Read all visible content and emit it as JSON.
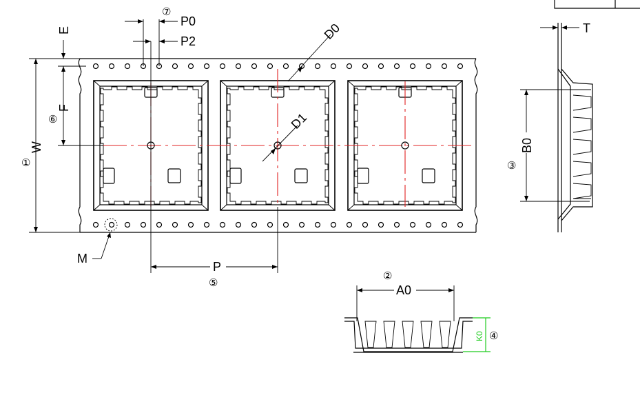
{
  "labels": {
    "P0": "P0",
    "P2": "P2",
    "E": "E",
    "F": "F",
    "W": "W",
    "D0": "D0",
    "D1": "D1",
    "M": "M",
    "P": "P",
    "T": "T",
    "B0": "B0",
    "A0": "A0",
    "K0": "K0"
  },
  "callouts": {
    "c1": "①",
    "c2": "②",
    "c3": "③",
    "c4": "④",
    "c5": "⑤",
    "c6": "⑥",
    "c7": "⑦"
  },
  "colors": {
    "line": "#000000",
    "centerline": "#e02020",
    "k0_dimension": "#1fcc1f"
  }
}
